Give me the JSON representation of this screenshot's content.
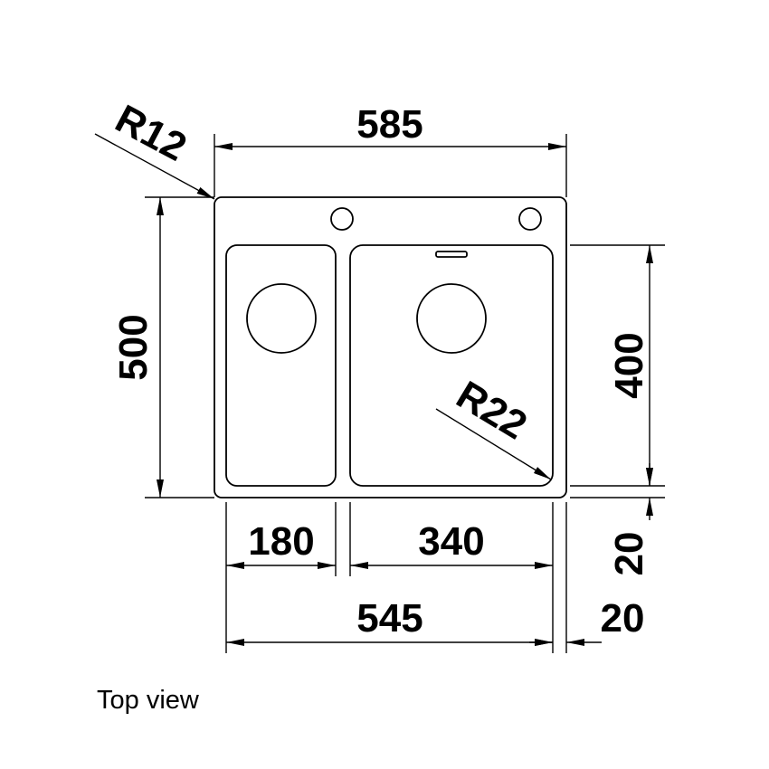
{
  "title": "Top view",
  "dimensions": {
    "overall_width": "585",
    "overall_depth": "500",
    "corner_radius_outer": "R12",
    "corner_radius_bowl": "R22",
    "bowl_depth": "400",
    "small_bowl_width": "180",
    "large_bowl_width": "340",
    "bowls_total_width": "545",
    "rim_bottom": "20",
    "rim_side": "20"
  },
  "colors": {
    "line": "#000000",
    "background": "#ffffff"
  }
}
